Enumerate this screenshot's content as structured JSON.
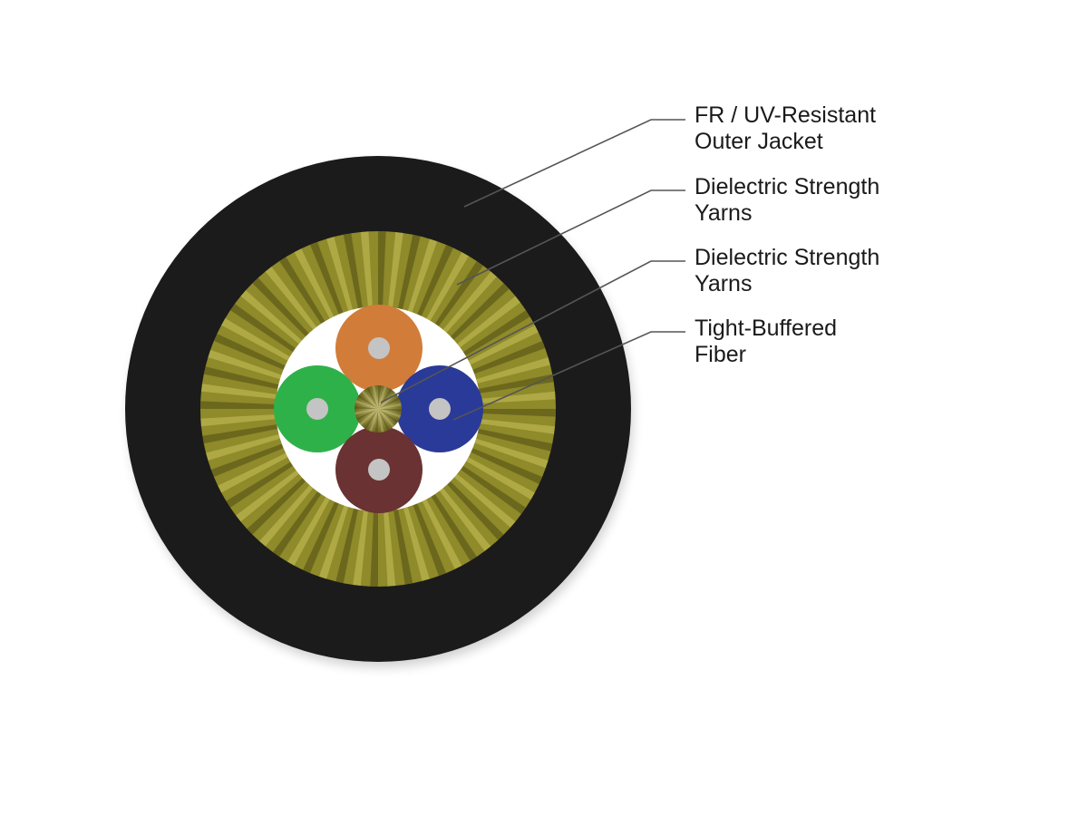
{
  "colors": {
    "background": "#ffffff",
    "outer_jacket": "#1b1b1b",
    "strength_yarns": "#8f8a2a",
    "inner_cavity": "#ffffff",
    "central_member": "#8a8434",
    "leader_lines": "#555555",
    "label_text": "#1a1a1a",
    "fiber_core": "#c4c4c4"
  },
  "fibers": [
    {
      "name": "orange-fiber",
      "color": "#d27c3a"
    },
    {
      "name": "green-fiber",
      "color": "#2fb14a"
    },
    {
      "name": "blue-fiber",
      "color": "#2a3a98"
    },
    {
      "name": "brown-fiber",
      "color": "#6a3232"
    }
  ],
  "callouts": [
    {
      "id": "jacket",
      "lines": [
        "FR / UV-Resistant",
        "Outer Jacket"
      ]
    },
    {
      "id": "yarns-1",
      "lines": [
        "Dielectric Strength",
        "Yarns"
      ]
    },
    {
      "id": "yarns-2",
      "lines": [
        "Dielectric Strength",
        "Yarns"
      ]
    },
    {
      "id": "fiber",
      "lines": [
        "Tight-Buffered",
        "Fiber"
      ]
    }
  ]
}
